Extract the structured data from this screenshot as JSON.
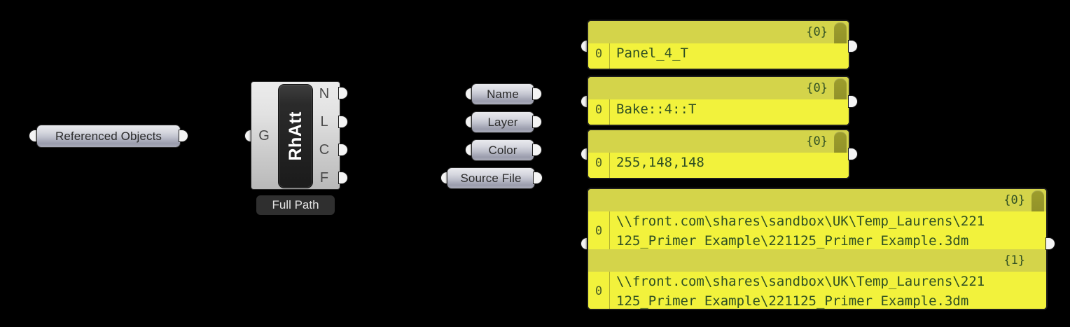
{
  "canvas": {
    "background": "#000000",
    "panel_header_color": "#d4d44a",
    "panel_body_color": "#f2f23c",
    "panel_text_color": "#2f4f23"
  },
  "nodes": {
    "referenced_objects": {
      "label": "Referenced Objects"
    },
    "component": {
      "name": "RhAtt",
      "input_label": "G",
      "outputs": [
        "N",
        "L",
        "C",
        "F"
      ],
      "tag": "Full Path"
    },
    "params": [
      {
        "label": "Name"
      },
      {
        "label": "Layer"
      },
      {
        "label": "Color"
      },
      {
        "label": "Source File"
      }
    ]
  },
  "panels": [
    {
      "id": "panel-name",
      "branches": [
        {
          "path": "{0}",
          "rows": [
            {
              "index": "0",
              "value": "Panel_4_T"
            }
          ]
        }
      ]
    },
    {
      "id": "panel-layer",
      "branches": [
        {
          "path": "{0}",
          "rows": [
            {
              "index": "0",
              "value": "Bake::4::T"
            }
          ]
        }
      ]
    },
    {
      "id": "panel-color",
      "branches": [
        {
          "path": "{0}",
          "rows": [
            {
              "index": "0",
              "value": "255,148,148"
            }
          ]
        }
      ]
    },
    {
      "id": "panel-source-file",
      "branches": [
        {
          "path": "{0}",
          "rows": [
            {
              "index": "0",
              "value": "\\\\front.com\\shares\\sandbox\\UK\\Temp_Laurens\\221\n125_Primer Example\\221125_Primer Example.3dm"
            }
          ]
        },
        {
          "path": "{1}",
          "rows": [
            {
              "index": "0",
              "value": "\\\\front.com\\shares\\sandbox\\UK\\Temp_Laurens\\221\n125_Primer Example\\221125_Primer Example.3dm"
            }
          ]
        }
      ]
    }
  ]
}
